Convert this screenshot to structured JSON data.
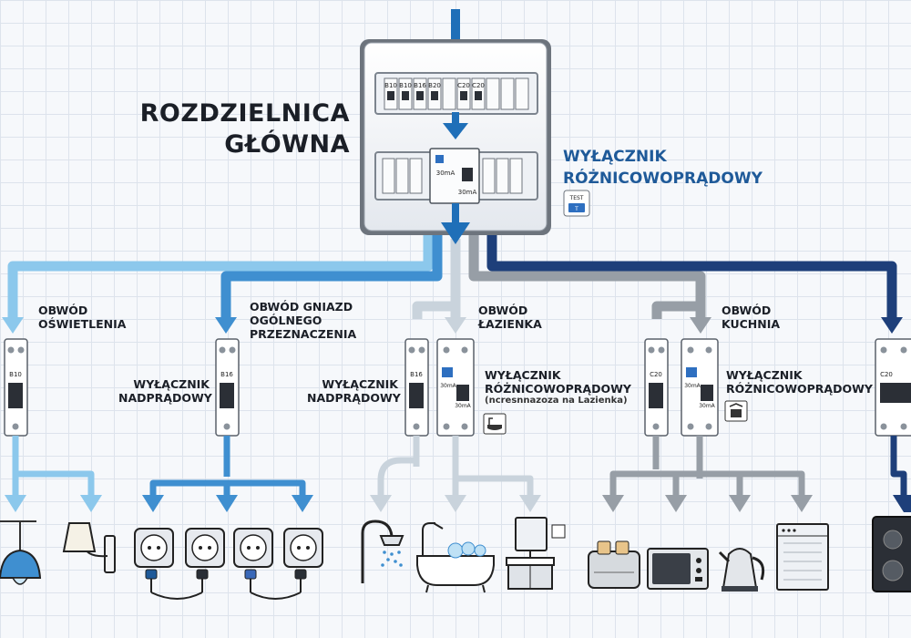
{
  "main_board": {
    "title_line1": "ROZDZIELNICA",
    "title_line2": "GŁÓWNA",
    "mcb_labels": [
      "B10",
      "B10",
      "B16",
      "B20",
      "C20",
      "C20"
    ],
    "rcd_rating_left": "30mA",
    "rcd_rating_right": "30mA"
  },
  "rcd": {
    "title_line1": "WYŁĄCZNIK",
    "title_line2": "RÓŻNICOWOPRĄDOWY",
    "test_label": "TEST",
    "test_button": "T"
  },
  "circuits": {
    "lighting": {
      "line1": "OBWÓD",
      "line2": "OŚWIETLENIA",
      "breaker_rating": "B10"
    },
    "sockets": {
      "line1": "OBWÓD GNIAZD",
      "line2": "OGÓLNEGO",
      "line3": "PRZEZNACZENIA",
      "breaker_rating": "B16"
    },
    "bathroom": {
      "line1": "OBWÓD",
      "line2": "ŁAZIENKA",
      "breaker_rating": "B16",
      "rcd_rating_top": "30mA",
      "rcd_rating_bottom": "30mA"
    },
    "kitchen": {
      "line1": "OBWÓD",
      "line2": "KUCHNIA",
      "breaker_rating": "C20",
      "rcd_rating_top": "30mA",
      "rcd_rating_bottom": "30mA"
    },
    "right": {
      "breaker_rating": "C20"
    }
  },
  "labels": {
    "mcb_line1": "WYŁĄCZNIK",
    "mcb_line2": "NADPRĄDOWY",
    "rcd_line1": "WYŁĄCZNIK",
    "rcd_line2": "RÓŻNICOWOPRĄDOWY",
    "bathroom_note": "(ncresnnazoza na Lazienka)"
  },
  "colors": {
    "feed_blue": "#1f6fb8",
    "lighting_light_blue": "#8cc8ec",
    "sockets_blue": "#3f8fd0",
    "bathroom_grey": "#c9d3dc",
    "kitchen_grey": "#979ea6",
    "right_navy": "#1e3f7a"
  },
  "icons": {
    "lighting": [
      "ceiling-lamp-icon",
      "wall-lamp-icon"
    ],
    "sockets": [
      "socket-icon",
      "socket-icon",
      "socket-icon",
      "socket-icon"
    ],
    "bathroom": [
      "shower-icon",
      "bathtub-icon",
      "washbasin-icon"
    ],
    "kitchen": [
      "toaster-icon",
      "microwave-icon",
      "kettle-icon",
      "dishwasher-icon"
    ],
    "right": [
      "induction-hob-icon"
    ]
  }
}
